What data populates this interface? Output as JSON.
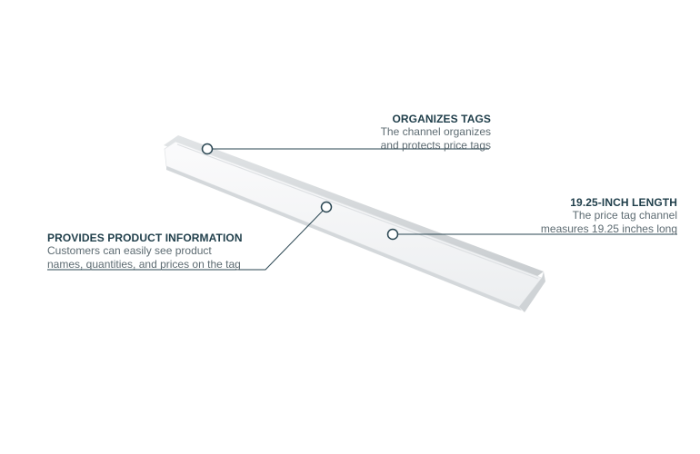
{
  "callouts": {
    "organizes": {
      "title": "ORGANIZES TAGS",
      "line1": "The channel organizes",
      "line2": "and protects price tags"
    },
    "length": {
      "title": "19.25-INCH LENGTH",
      "line1": "The price tag channel",
      "line2": "measures 19.25 inches long"
    },
    "info": {
      "title": "PROVIDES PRODUCT INFORMATION",
      "line1": "Customers can easily see product",
      "line2": "names, quantities, and prices on the tag"
    }
  },
  "colors": {
    "title": "#1f3e4a",
    "body_text": "#5d6b72",
    "leader_line": "#2a4652",
    "channel_face": "#f2f3f4",
    "channel_shadow": "#d9dcde"
  }
}
